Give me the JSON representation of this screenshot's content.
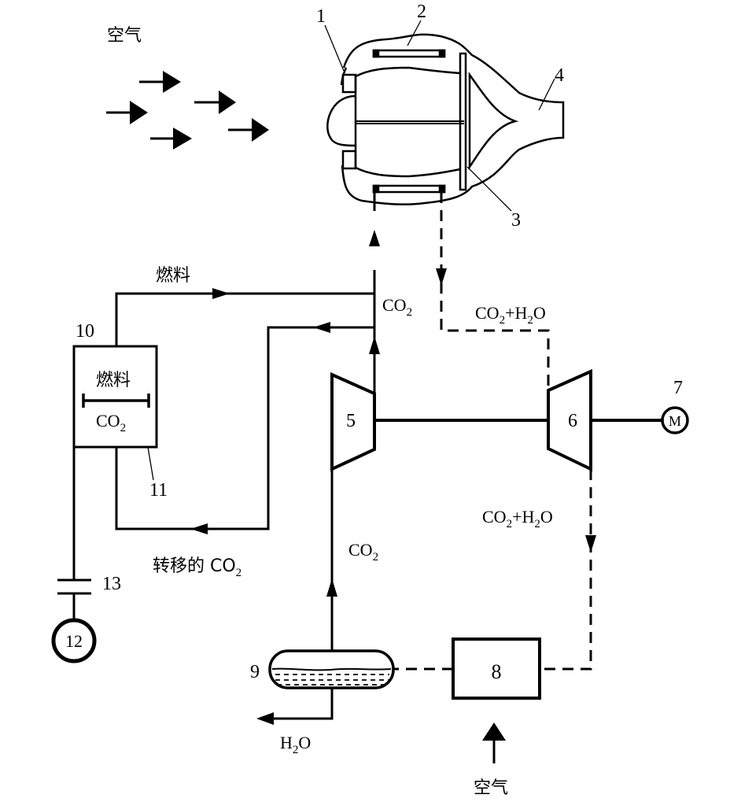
{
  "diagram": {
    "type": "process-flow-schematic",
    "component_numbers": {
      "n1": "1",
      "n2": "2",
      "n3": "3",
      "n4": "4",
      "n5": "5",
      "n6": "6",
      "n7": "7",
      "n8": "8",
      "n9": "9",
      "n10": "10",
      "n11": "11",
      "n12": "12",
      "n13": "13"
    },
    "motor_symbol": "M",
    "labels": {
      "air_top": "空气",
      "air_bottom": "空气",
      "fuel_line": "燃料",
      "fuel_in_tank": "燃料",
      "co2_in_tank": "CO",
      "co2_riser": "CO",
      "co2_lower": "CO",
      "exhaust_top": "CO",
      "exhaust_top_plus": "+H",
      "exhaust_top_o": "O",
      "exhaust_mid": "CO",
      "exhaust_mid_plus": "+H",
      "exhaust_mid_o": "O",
      "transferred_co2": "转移的 CO",
      "water_out_h": "H",
      "water_out_o": "O",
      "subscript_2": "2"
    },
    "flows": [
      {
        "from": "10",
        "to": "riser",
        "medium": "燃料",
        "style": "solid"
      },
      {
        "from": "5",
        "to": "engine",
        "medium": "CO2",
        "style": "solid"
      },
      {
        "from": "riser",
        "to": "10",
        "medium": "转移的CO2",
        "style": "solid"
      },
      {
        "from": "engine",
        "to": "6",
        "medium": "CO2+H2O",
        "style": "dashed"
      },
      {
        "from": "6",
        "to": "8",
        "medium": "CO2+H2O",
        "style": "dashed"
      },
      {
        "from": "8",
        "to": "9",
        "medium": "CO2+H2O",
        "style": "dashed"
      },
      {
        "from": "9",
        "to": "5",
        "medium": "CO2",
        "style": "solid"
      },
      {
        "from": "9",
        "to": "out",
        "medium": "H2O",
        "style": "solid"
      },
      {
        "from": "air",
        "to": "8",
        "medium": "空气",
        "style": "solid"
      }
    ]
  }
}
